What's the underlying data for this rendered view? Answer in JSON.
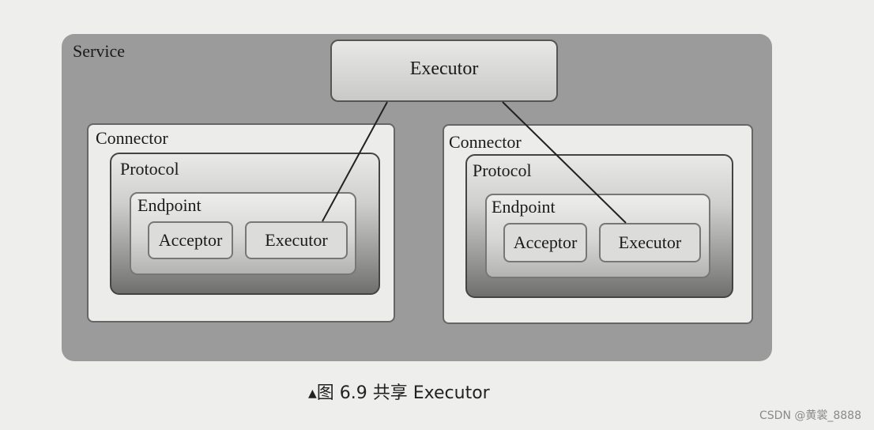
{
  "diagram": {
    "service": {
      "label": "Service"
    },
    "shared_executor": {
      "label": "Executor"
    },
    "connectors": [
      {
        "label": "Connector",
        "protocol": {
          "label": "Protocol"
        },
        "endpoint": {
          "label": "Endpoint",
          "acceptor": "Acceptor",
          "executor": "Executor"
        }
      },
      {
        "label": "Connector",
        "protocol": {
          "label": "Protocol"
        },
        "endpoint": {
          "label": "Endpoint",
          "acceptor": "Acceptor",
          "executor": "Executor"
        }
      }
    ],
    "links": [
      {
        "from": "shared_executor",
        "to": "connectors.0.endpoint.executor"
      },
      {
        "from": "shared_executor",
        "to": "connectors.1.endpoint.executor"
      }
    ]
  },
  "caption": {
    "marker": "▲",
    "text": "图 6.9   共享 Executor"
  },
  "watermark": "CSDN @黄裳_8888",
  "colors": {
    "service_bg": "#9b9b9b",
    "page_bg": "#eeeeec",
    "connector_bg": "#ececea"
  }
}
